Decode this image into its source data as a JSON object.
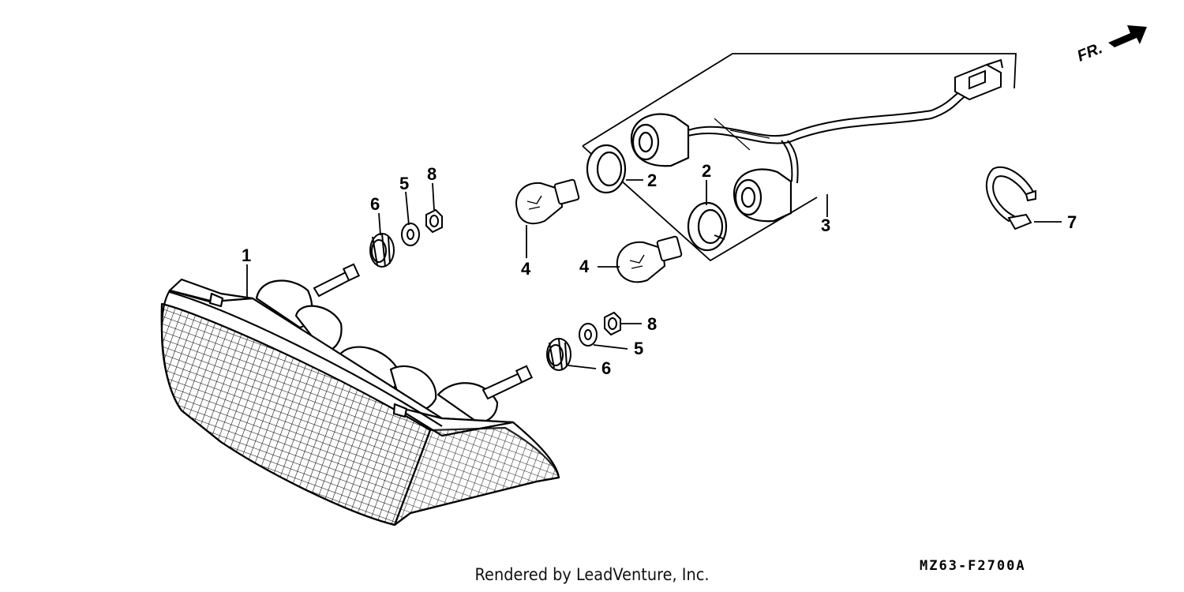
{
  "diagram": {
    "front_indicator": "FR.",
    "credit": "Rendered by LeadVenture, Inc.",
    "figure_code": "MZ63-F2700A",
    "callouts": [
      {
        "id": "c1",
        "label": "1"
      },
      {
        "id": "c2a",
        "label": "2"
      },
      {
        "id": "c2b",
        "label": "2"
      },
      {
        "id": "c3",
        "label": "3"
      },
      {
        "id": "c4a",
        "label": "4"
      },
      {
        "id": "c4b",
        "label": "4"
      },
      {
        "id": "c5a",
        "label": "5"
      },
      {
        "id": "c5b",
        "label": "5"
      },
      {
        "id": "c6a",
        "label": "6"
      },
      {
        "id": "c6b",
        "label": "6"
      },
      {
        "id": "c7",
        "label": "7"
      },
      {
        "id": "c8a",
        "label": "8"
      },
      {
        "id": "c8b",
        "label": "8"
      }
    ]
  }
}
